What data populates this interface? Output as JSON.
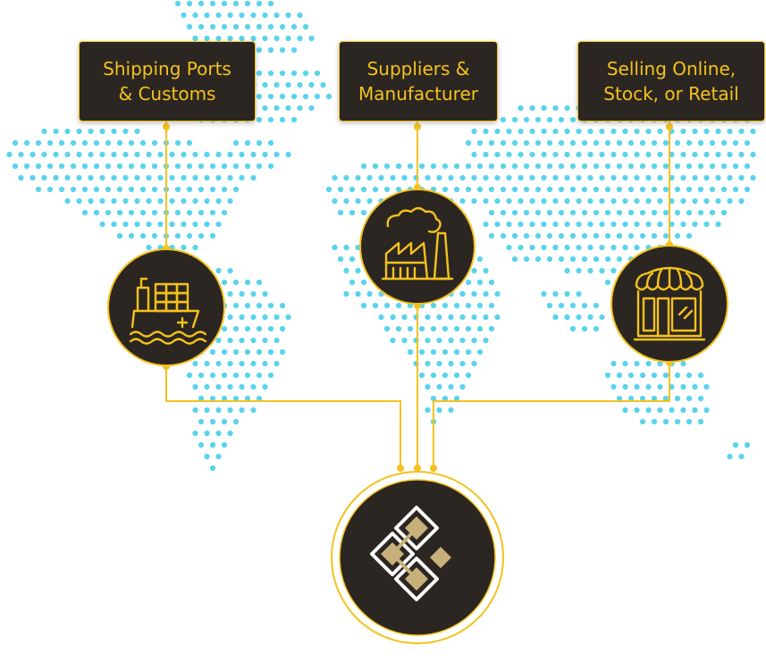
{
  "colors": {
    "accent": "#f4c21f",
    "dark": "#2b2621",
    "map_dots": "#5ad3ec",
    "hub_icon": "#c8b07a"
  },
  "nodes": {
    "ports": {
      "label": "Shipping Ports\n& Customs",
      "icon": "cargo-ship-icon"
    },
    "suppliers": {
      "label": "Suppliers &\nManufacturer",
      "icon": "factory-icon"
    },
    "retail": {
      "label": "Selling Online,\nStock, or Retail",
      "icon": "storefront-icon"
    }
  },
  "hub": {
    "icon": "supply-chain-network-icon"
  }
}
